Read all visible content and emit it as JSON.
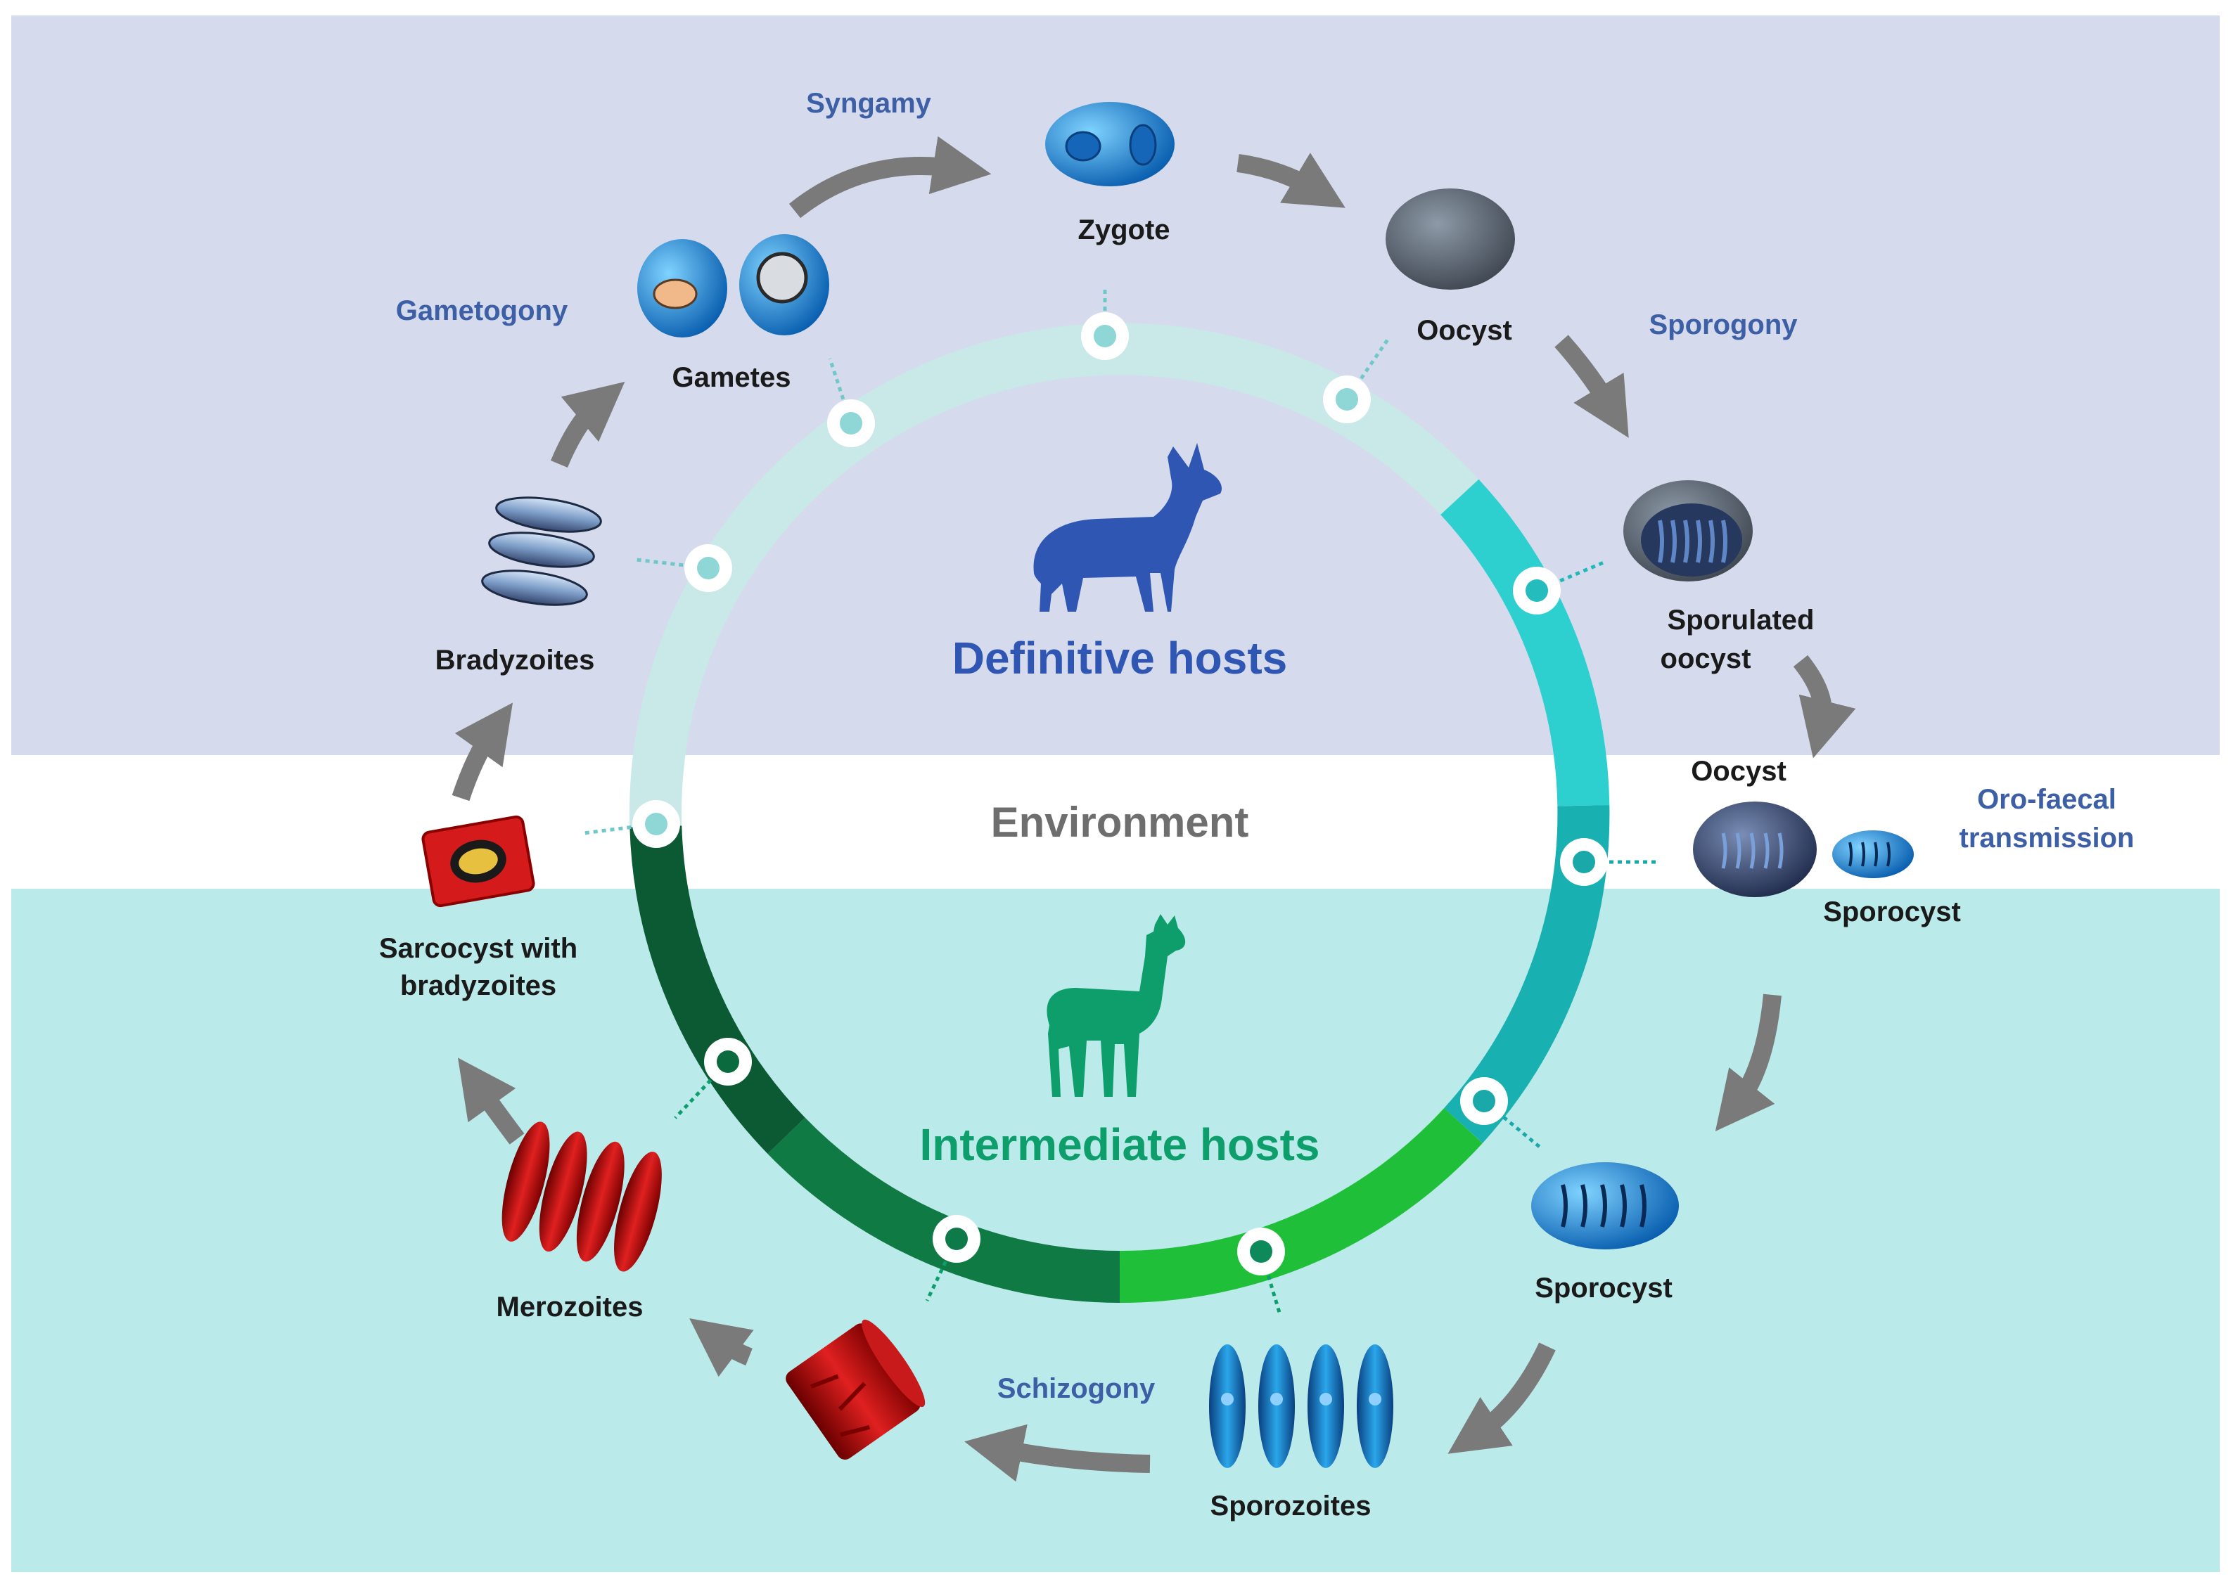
{
  "zones": {
    "definitive_hosts_label": "Definitive hosts",
    "environment_label": "Environment",
    "intermediate_hosts_label": "Intermediate hosts"
  },
  "processes": {
    "syngamy": "Syngamy",
    "gametogony": "Gametogony",
    "sporogony": "Sporogony",
    "oro_faecal_line1": "Oro-faecal",
    "oro_faecal_line2": "transmission",
    "schizogony": "Schizogony"
  },
  "stages": {
    "zygote": "Zygote",
    "oocyst_top": "Oocyst",
    "sporulated_line1": "Sporulated",
    "sporulated_line2": "oocyst",
    "oocyst_env": "Oocyst",
    "sporocyst_env": "Sporocyst",
    "sporocyst": "Sporocyst",
    "sporozoites": "Sporozoites",
    "merozoites": "Merozoites",
    "sarcocyst_line1": "Sarcocyst with",
    "sarcocyst_line2": "bradyzoites",
    "bradyzoites": "Bradyzoites",
    "gametes": "Gametes"
  },
  "colors": {
    "definitive_bg": "#d5dbed",
    "environment_bg": "#ffffff",
    "intermediate_bg": "#bbeaea",
    "arrow": "#7a7a7a",
    "ring_light": "#c9e8e8",
    "ring_teal": "#2dcfcf",
    "ring_green": "#1fbf3a",
    "ring_dark_green": "#0b5a34",
    "dog": "#2f56b3",
    "llama": "#0e9e6c"
  },
  "icons": [
    "dog-icon",
    "llama-icon",
    "zygote-icon",
    "oocyst-icon",
    "gametes-icon",
    "bradyzoites-icon",
    "sarcocyst-icon",
    "merozoites-icon",
    "schizont-icon",
    "sporozoites-icon",
    "sporocyst-icon",
    "sporulated-oocyst-icon"
  ]
}
